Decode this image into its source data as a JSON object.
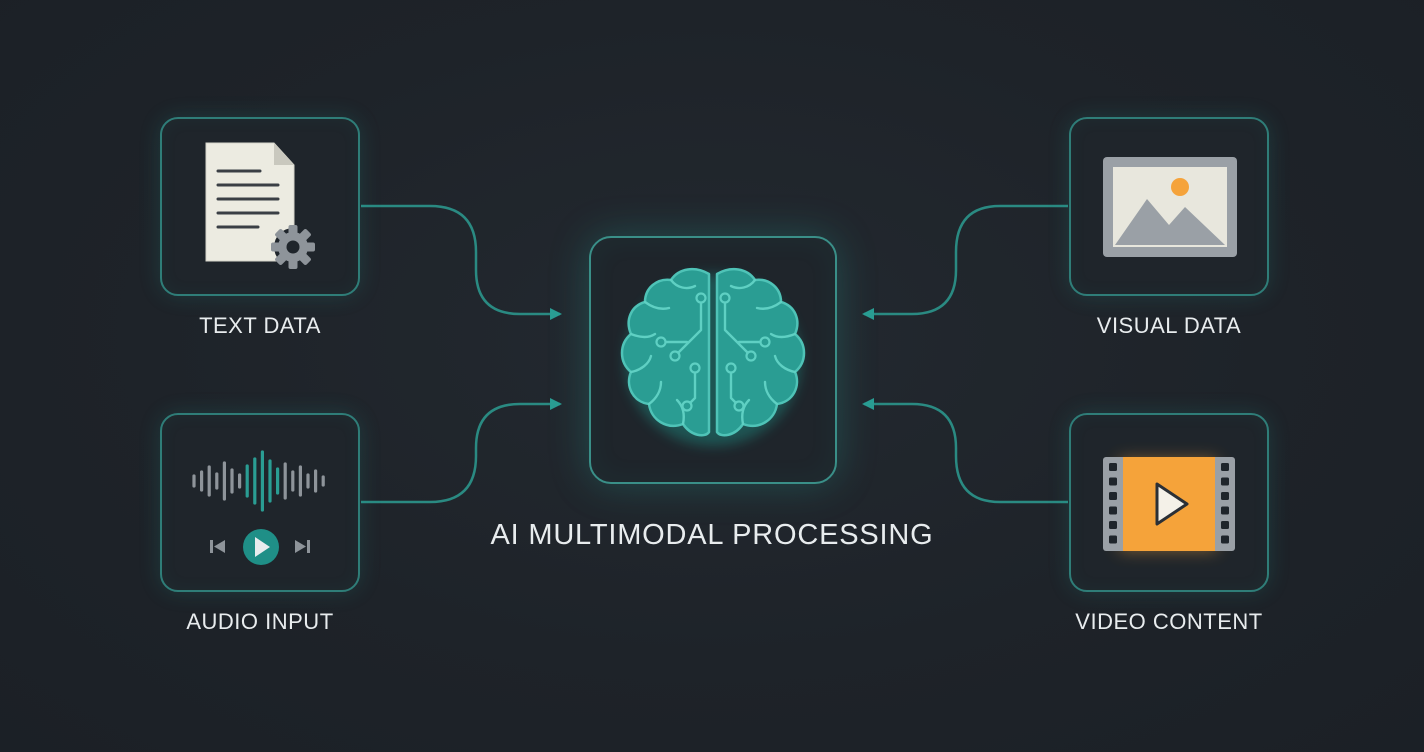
{
  "inputs": {
    "text": {
      "label": "TEXT DATA",
      "icon": "document-gear-icon"
    },
    "audio": {
      "label": "AUDIO INPUT",
      "icon": "audio-waveform-icon"
    },
    "visual": {
      "label": "VISUAL DATA",
      "icon": "image-icon"
    },
    "video": {
      "label": "VIDEO CONTENT",
      "icon": "film-play-icon"
    }
  },
  "center": {
    "label": "AI MULTIMODAL PROCESSING",
    "icon": "circuit-brain-icon"
  },
  "colors": {
    "background": "#1e2329",
    "accent_teal": "#2a9d93",
    "card_border": "#2f7d78",
    "highlight_orange": "#f5a33a",
    "label_text": "#e8ecee"
  }
}
